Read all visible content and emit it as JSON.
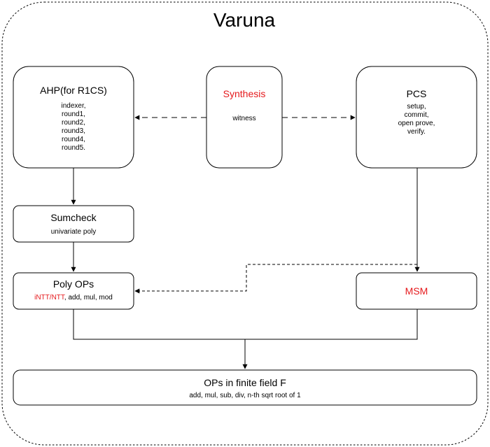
{
  "title": "Varuna",
  "colors": {
    "stroke": "#000000",
    "highlight": "#e5191c",
    "background": "#ffffff"
  },
  "ahp": {
    "title": "AHP(for R1CS)",
    "lines": [
      "indexer,",
      "round1,",
      "round2,",
      "round3,",
      "round4,",
      "round5."
    ]
  },
  "synthesis": {
    "title": "Synthesis",
    "subtitle": "witness"
  },
  "pcs": {
    "title": "PCS",
    "lines": [
      "setup,",
      "commit,",
      "open prove,",
      "verify."
    ]
  },
  "sumcheck": {
    "title": "Sumcheck",
    "subtitle": "univariate poly"
  },
  "polyops": {
    "title": "Poly OPs",
    "highlight": "iNTT/NTT",
    "rest": ", add, mul, mod"
  },
  "msm": {
    "title": "MSM"
  },
  "finitefield": {
    "title": "OPs in finite field F",
    "subtitle": "add, mul, sub, div, n-th sqrt root of 1"
  }
}
